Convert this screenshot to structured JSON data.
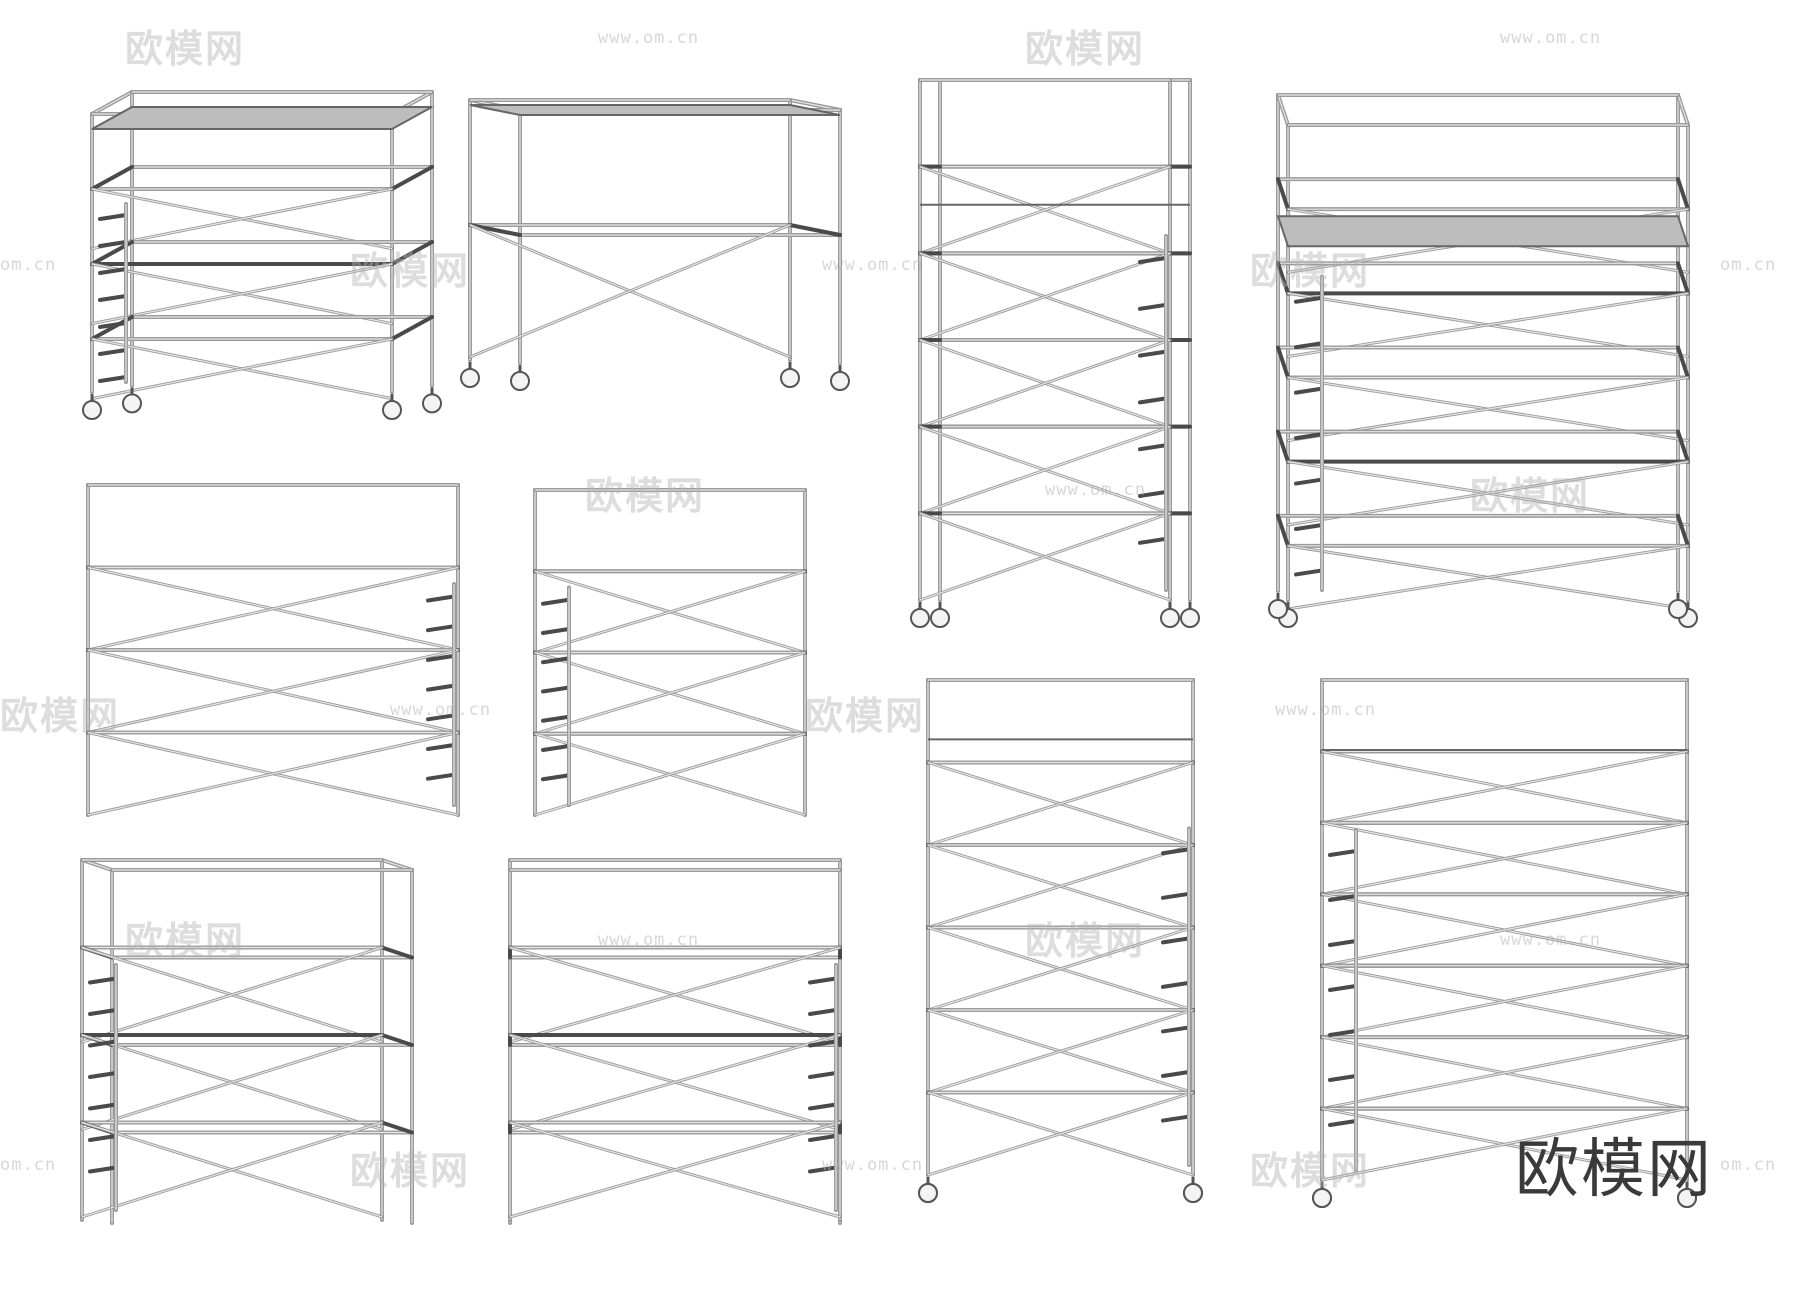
{
  "watermark": {
    "brand": "欧模网",
    "url": "www.om.cn",
    "url_short": "om.cn"
  },
  "logo": "欧模网",
  "colors": {
    "tube": "#9a9a9a",
    "tube_dark": "#4a4a4a",
    "platform": "#bdbdbd"
  }
}
